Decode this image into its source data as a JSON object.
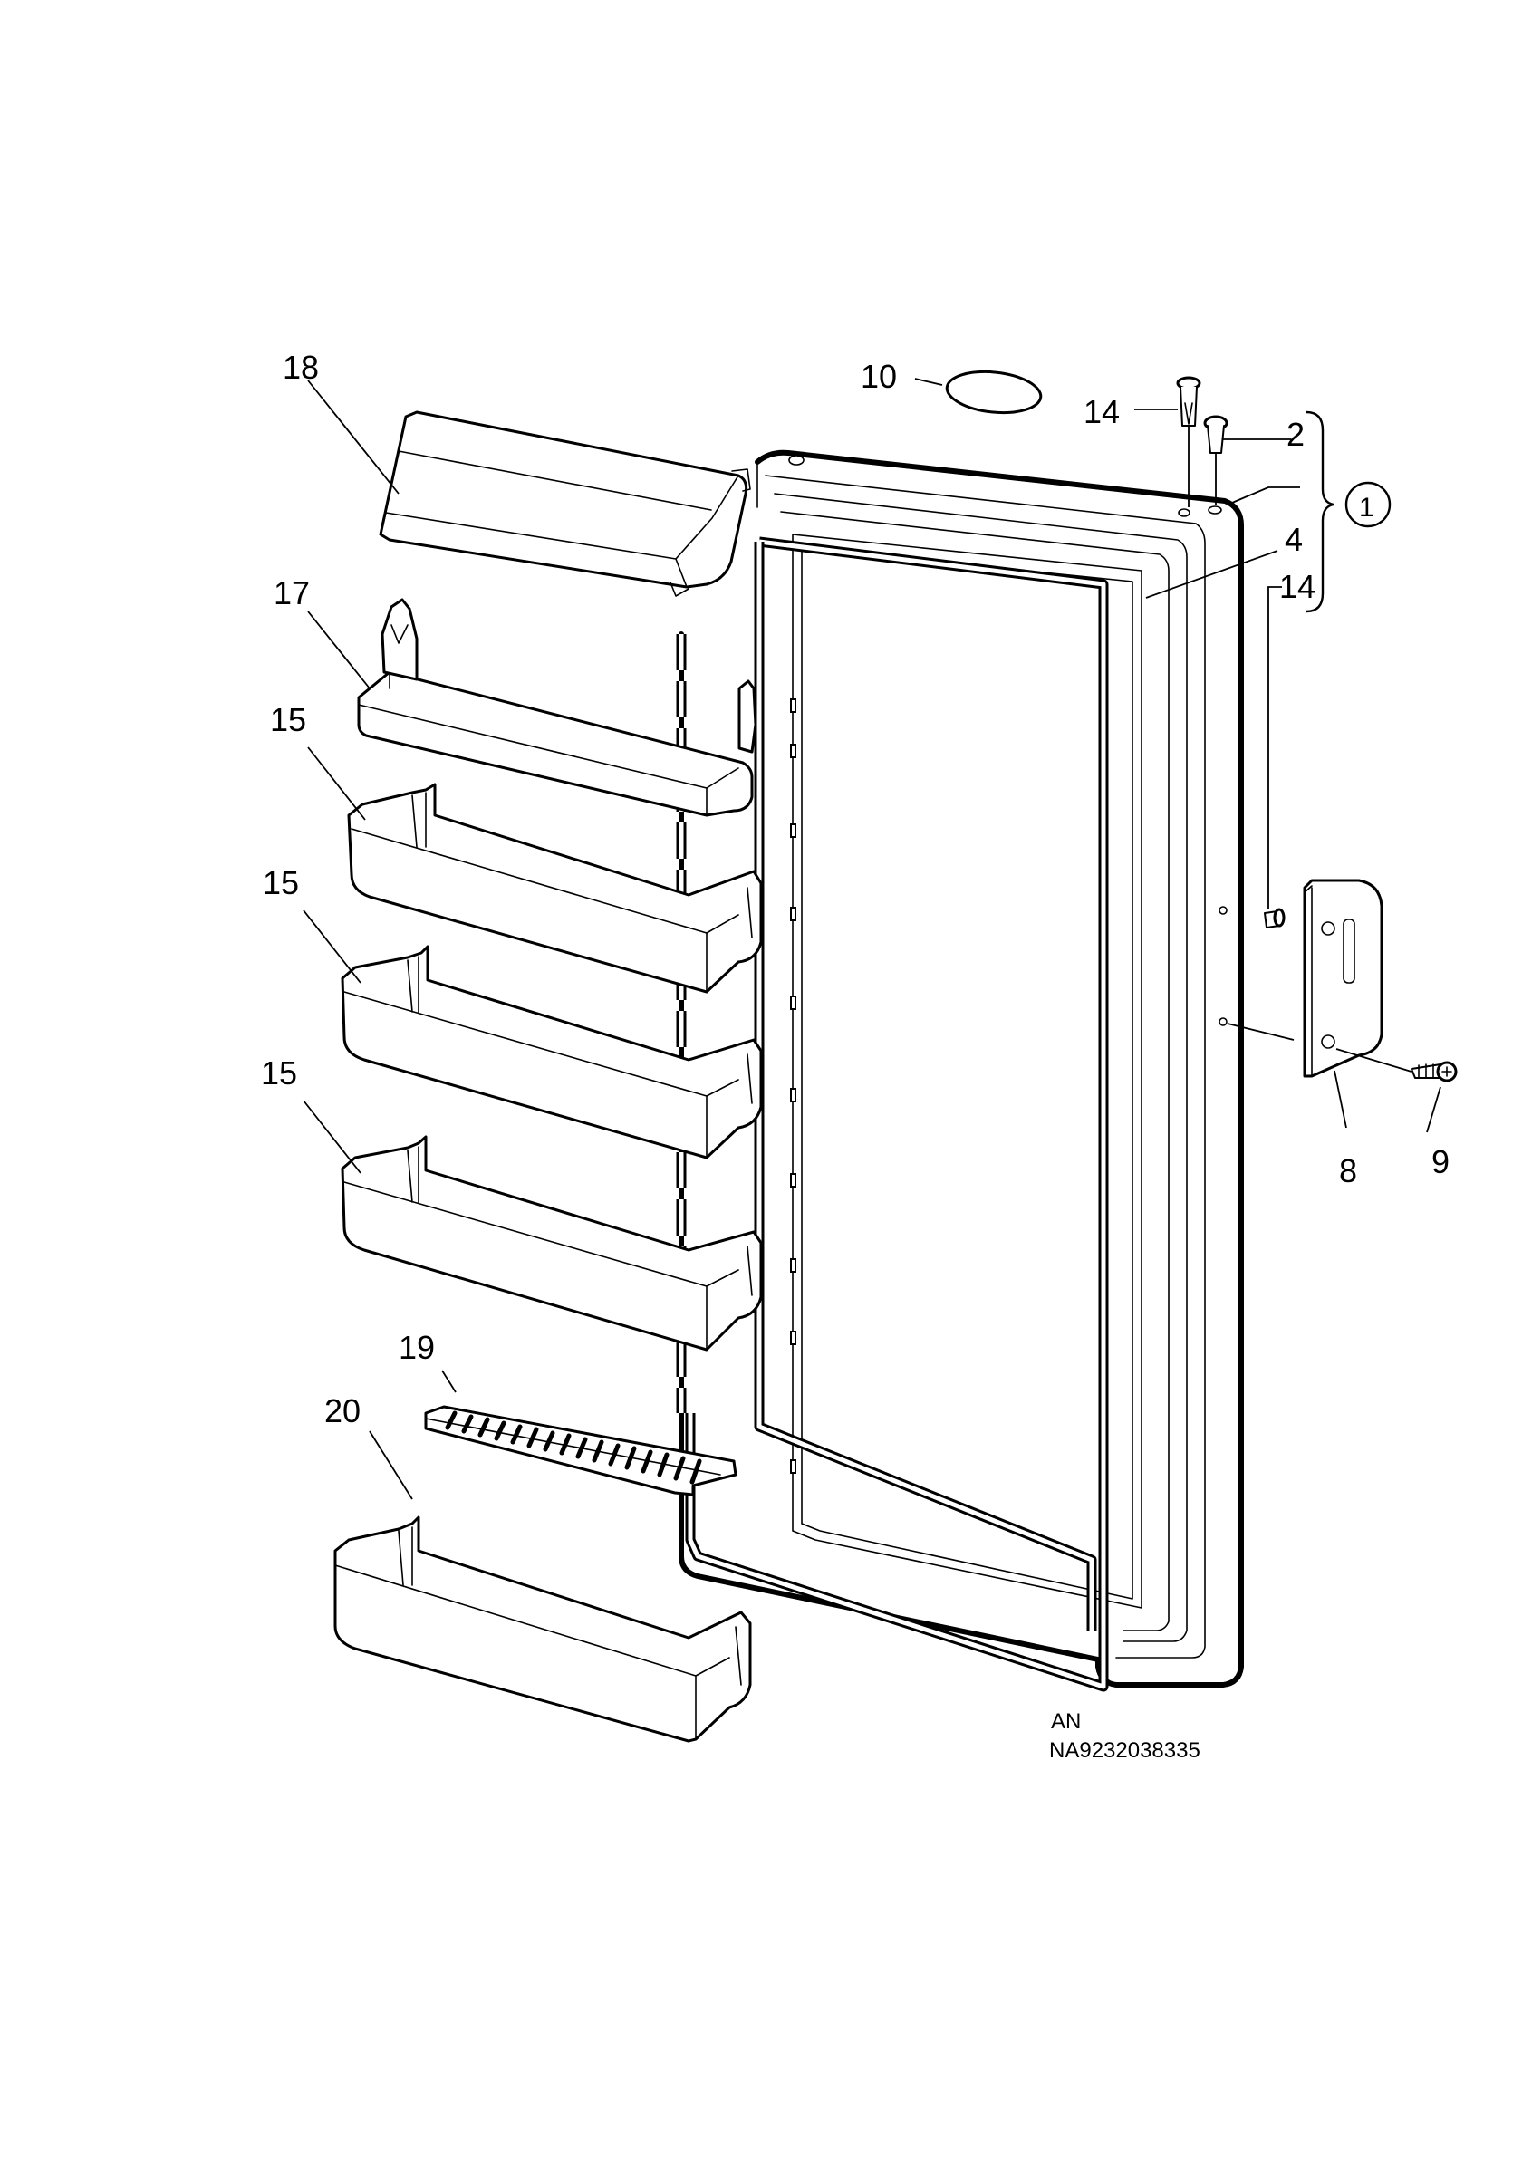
{
  "callouts": {
    "c18": "18",
    "c17": "17",
    "c15a": "15",
    "c15b": "15",
    "c15c": "15",
    "c19": "19",
    "c20": "20",
    "c10": "10",
    "c14a": "14",
    "c2": "2",
    "c1": "1",
    "c4": "4",
    "c14b": "14",
    "c8": "8",
    "c9": "9"
  },
  "footer": {
    "line1": "AN",
    "line2": "NA9232038335"
  },
  "colors": {
    "stroke": "#000000",
    "background": "#ffffff"
  }
}
